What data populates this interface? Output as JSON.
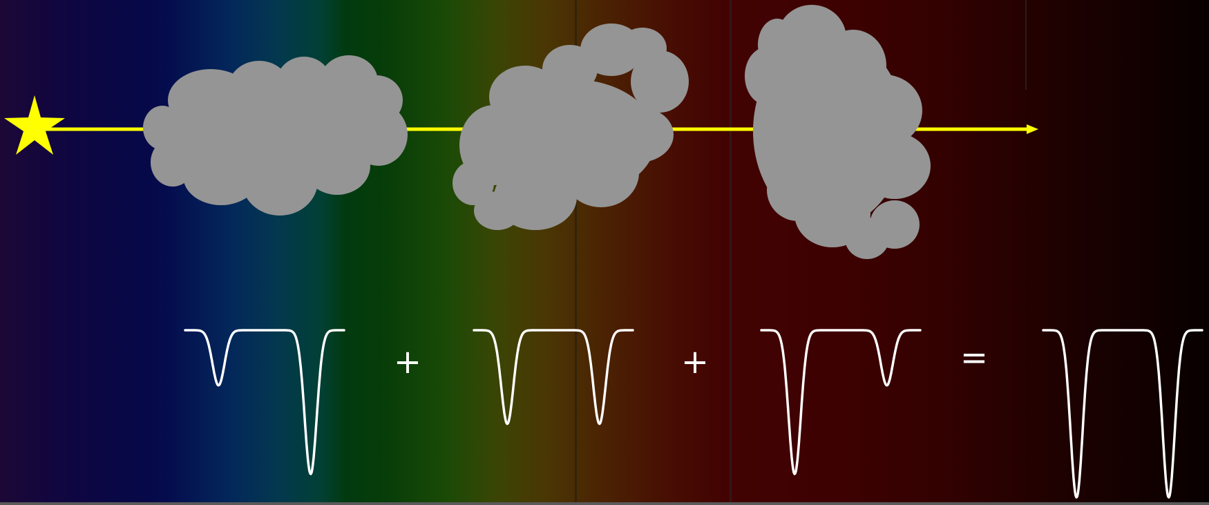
{
  "colors": {
    "star": "#ffff00",
    "light_ray": "#ffff00",
    "cloud": "#959595",
    "profile_line": "#ffffff",
    "text": "#ffffff"
  },
  "icons": {
    "source": "star-icon",
    "absorbers": [
      "cloud-icon",
      "cloud-icon",
      "cloud-icon"
    ]
  },
  "equation": {
    "plus_1": "+",
    "plus_2": "+",
    "equals": "="
  },
  "profiles": [
    {
      "name": "cloud-1-spectrum",
      "dips": [
        0.33,
        0.86
      ]
    },
    {
      "name": "cloud-2-spectrum",
      "dips": [
        0.56,
        0.56
      ]
    },
    {
      "name": "cloud-3-spectrum",
      "dips": [
        0.86,
        0.33
      ]
    },
    {
      "name": "sum-spectrum",
      "dips": [
        1.0,
        1.0
      ]
    }
  ]
}
